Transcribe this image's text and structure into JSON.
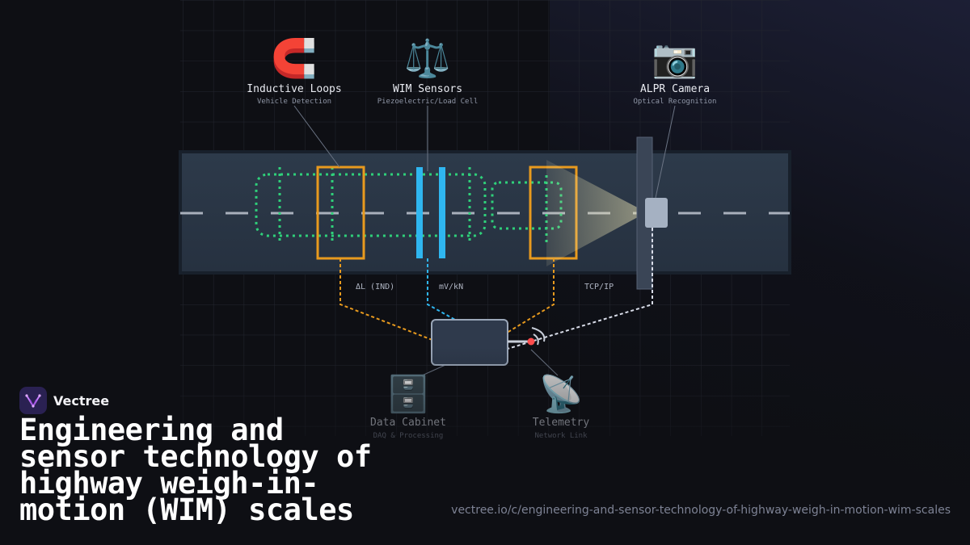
{
  "brand": {
    "name": "Vectree"
  },
  "page": {
    "title": "Engineering and sensor technology of highway weigh-in-motion (WIM) scales",
    "url": "vectree.io/c/engineering-and-sensor-technology-of-highway-weigh-in-motion-wim-scales"
  },
  "sensors": {
    "loops": {
      "icon": "🧲",
      "title": "Inductive Loops",
      "subtitle": "Vehicle Detection"
    },
    "wim": {
      "icon": "⚖️",
      "title": "WIM Sensors",
      "subtitle": "Piezoelectric/Load Cell"
    },
    "camera": {
      "icon": "📷",
      "title": "ALPR Camera",
      "subtitle": "Optical Recognition"
    },
    "cabinet": {
      "icon": "🗄️",
      "title": "Data Cabinet",
      "subtitle": "DAQ & Processing"
    },
    "telemetry": {
      "icon": "📡",
      "title": "Telemetry",
      "subtitle": "Network Link"
    }
  },
  "signals": {
    "loops": "ΔL (IND)",
    "wim": "mV/kN",
    "camera": "TCP/IP"
  },
  "colors": {
    "loop": "#e89a1e",
    "wim": "#2fb6f0",
    "vehicle": "#2fd07a",
    "camera_link": "#d8dce8",
    "road": "#2a3645",
    "cabinet": "#2f3a4c"
  }
}
